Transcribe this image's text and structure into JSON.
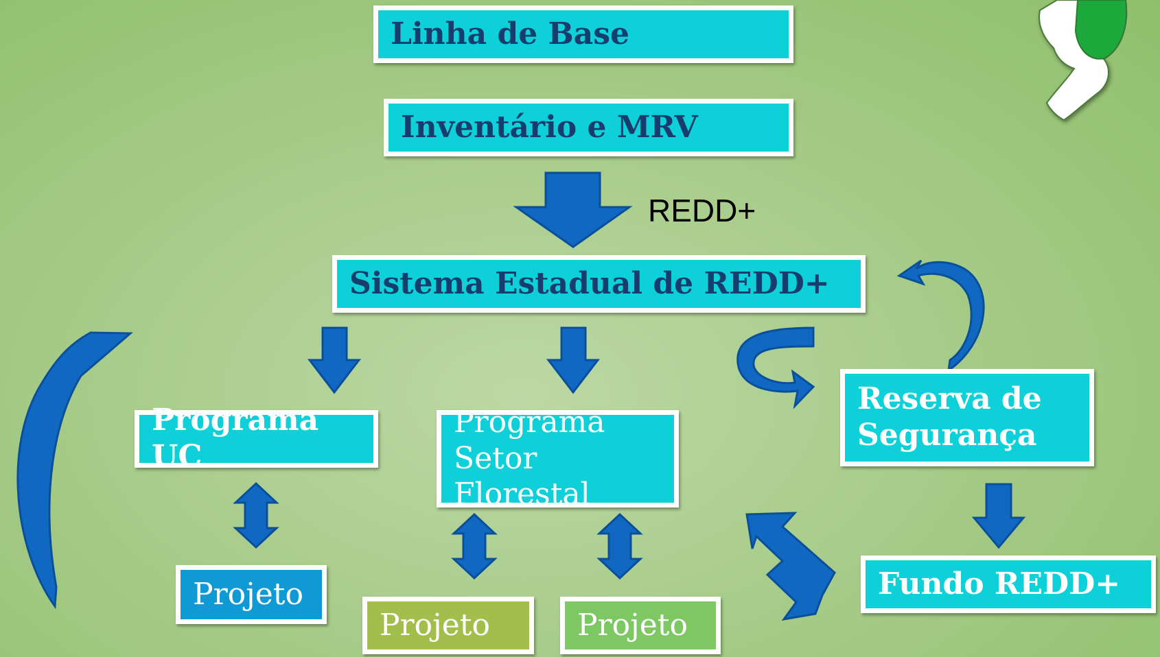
{
  "nodes": {
    "linha_de_base": "Linha de Base",
    "inventario": "Inventário e MRV",
    "sistema_estadual": "Sistema Estadual de REDD+",
    "programa_uc": "Programa UC",
    "programa_setor": {
      "line1": "Programa",
      "line2": "Setor Florestal"
    },
    "reserva": {
      "line1": "Reserva de",
      "line2": "Segurança"
    },
    "fundo": "Fundo REDD+",
    "projeto_uc": "Projeto",
    "projeto_setor_1": "Projeto",
    "projeto_setor_2": "Projeto"
  },
  "labels": {
    "redd": "REDD+"
  },
  "colors": {
    "box_cyan": "#0ed0d9",
    "box_blue": "#0f9ad6",
    "box_olive": "#a3be4a",
    "box_green": "#7dc862",
    "arrow_blue": "#1168c2",
    "title_text": "#173d6e"
  },
  "decor": {
    "map_icon": "brazil-map-icon"
  }
}
